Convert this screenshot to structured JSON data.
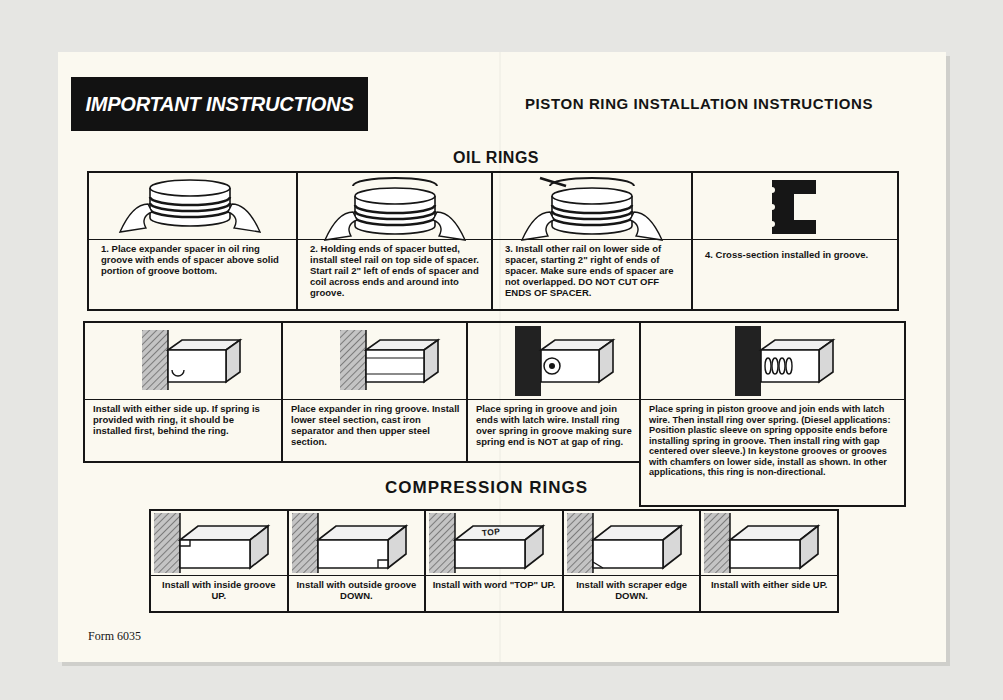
{
  "diagram": {
    "title": "PISTON RING INSTALLATION INSTRUCTIONS",
    "nodes": [
      {
        "text": [
          "IMPORTANT INSTRUCTIONS"
        ]
      },
      {
        "text": [
          "1. Place expander spacer in oil ring groove with ends of spacer above solid portion of groove bottom."
        ]
      },
      {
        "text": [
          "2. Holding ends of spacer butted, install steel rail on top side of spacer. Start rail 2\" left of ends of spacer and coil across ends and around into groove."
        ]
      },
      {
        "text": [
          "3. Install other rail on lower side of spacer, starting 2\" right of ends of spacer. Make sure ends of spacer are not overlapped. DO NOT CUT OFF ENDS OF SPACER."
        ]
      },
      {
        "text": [
          "4. Cross-section installed in groove."
        ]
      },
      {
        "text": [
          "Install with either side up. If spring is provided with ring, it should be installed first, behind the ring."
        ]
      },
      {
        "text": [
          "Place expander in ring groove. Install lower steel section, cast iron separator and then upper steel section."
        ]
      },
      {
        "text": [
          "Place spring in groove and join ends with latch wire. Install ring over spring in groove making sure spring end is NOT at gap of ring."
        ]
      },
      {
        "text": [
          "Place spring in piston groove and join ends with latch wire. Then install ring over spring. (Diesel applications: Position plastic sleeve on spring opposite ends before installing spring in groove. Then install ring with gap centered over sleeve.) In keystone grooves or grooves with chamfers on lower side, install as shown. In other applications, this ring is non-directional."
        ]
      },
      {
        "text": [
          "Install with inside groove UP."
        ]
      },
      {
        "text": [
          "Install with outside groove DOWN."
        ]
      },
      {
        "text": [
          "Install with word \"TOP\" UP."
        ]
      },
      {
        "text": [
          "Install with scraper edge DOWN."
        ]
      },
      {
        "text": [
          "Install with either side UP."
        ]
      }
    ],
    "labels": [
      "OIL RINGS",
      "COMPRESSION RINGS",
      "TOP",
      "Form 6035"
    ]
  }
}
